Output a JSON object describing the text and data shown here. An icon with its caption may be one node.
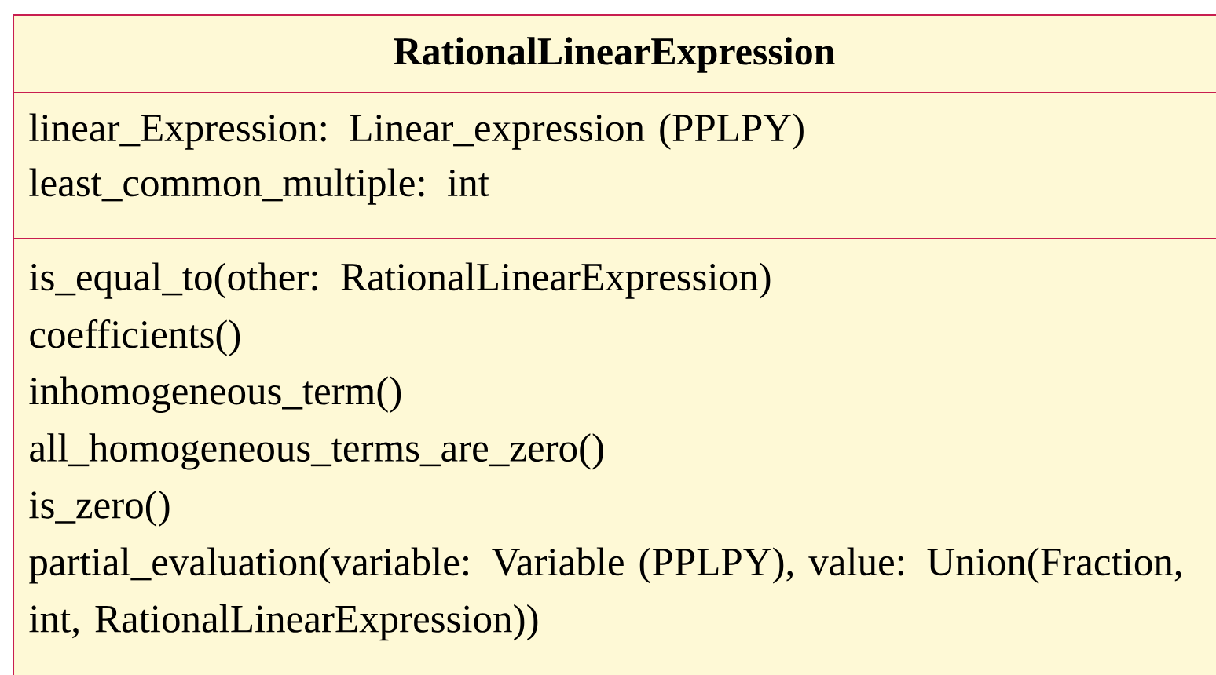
{
  "diagram": {
    "nodes": [
      {
        "text": [
          "RationalLinearExpression",
          "linear_Expression: Linear_expression (PPLPY)",
          "least_common_multiple: int",
          "is_equal_to(other: RationalLinearExpression)",
          "coefficients()",
          "inhomogeneous_term()",
          "all_homogeneous_terms_are_zero()",
          "is_zero()",
          "partial_evaluation(variable: Variable (PPLPY), value: Union(Fraction, int, RationalLinearExpression))"
        ]
      }
    ]
  }
}
